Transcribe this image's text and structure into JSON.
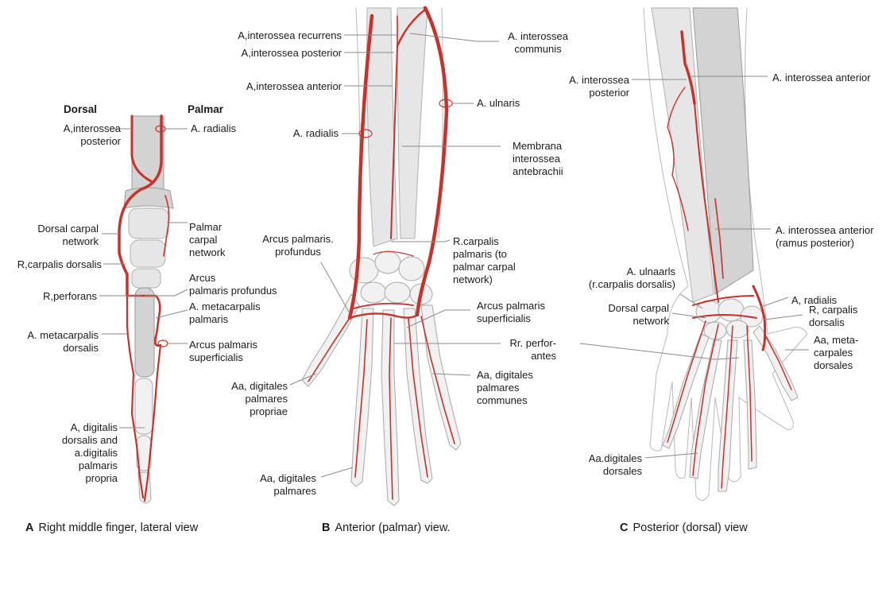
{
  "colors": {
    "artery": "#c8322a",
    "bone": "#d3d3d3",
    "leader": "#8a8a8a"
  },
  "panelA": {
    "heading_dorsal": "Dorsal",
    "heading_palmar": "Palmar",
    "labels": {
      "interossea_posterior": [
        "A,interossea",
        "posterior"
      ],
      "radialis": "A. radialis",
      "dorsal_carpal_network": [
        "Dorsal carpal",
        "network"
      ],
      "palmar_carpal_network": [
        "Palmar",
        "carpal",
        "network"
      ],
      "carpalis_dorsalis": "R,carpalis dorsalis",
      "arcus_palmaris_profundus": [
        "Arcus",
        "palmaris profundus"
      ],
      "perforans": "R,perforans",
      "metacarpalis_palmaris": [
        "A. metacarpalis",
        "palmaris"
      ],
      "metacarpalis_dorsalis": [
        "A. metacarpalis",
        "dorsalis"
      ],
      "arcus_palmaris_superficialis": [
        "Arcus palmaris",
        "superficialis"
      ],
      "digitalis": [
        "A, digitalis",
        "dorsalis and",
        "a.digitalis",
        "palmaris",
        "propria"
      ]
    },
    "caption_letter": "A",
    "caption_text": "Right middle finger, lateral view"
  },
  "panelB": {
    "labels": {
      "interossea_recurrens": "A,interossea recurrens",
      "interossea_posterior": "A,interossea posterior",
      "interossea_anterior": "A,interossea anterior",
      "interossea_communis": [
        "A. interossea",
        "communis"
      ],
      "ulnaris": "A. ulnaris",
      "radialis": "A. radialis",
      "membrana": [
        "Membrana",
        "interossea",
        "antebrachii"
      ],
      "arcus_profundus": [
        "Arcus palmaris.",
        "profundus"
      ],
      "carpalis_palmaris": [
        "R.carpalis",
        "palmaris (to",
        "palmar carpal",
        "network)"
      ],
      "arcus_superficialis": [
        "Arcus palmaris",
        "superficialis"
      ],
      "perforantes": [
        "Rr. perfor-",
        "antes"
      ],
      "digitales_propriae": [
        "Aa, digitales",
        "palmares",
        "propriae"
      ],
      "digitales_communes": [
        "Aa, digitales",
        "palmares",
        "communes"
      ],
      "digitales_palmares": [
        "Aa, digitales",
        "palmares"
      ]
    },
    "caption_letter": "B",
    "caption_text": "Anterior (palmar)  view."
  },
  "panelC": {
    "labels": {
      "interossea_posterior": [
        "A. interossea",
        "posterior"
      ],
      "interossea_anterior": "A. interossea anterior",
      "interossea_anterior_ramus": [
        "A. interossea anterior",
        "(ramus posterior)"
      ],
      "ulnaris": [
        "A. ulnaarls",
        "(r.carpalis dorsalis)"
      ],
      "radialis": "A, radialis",
      "dorsal_carpal_network": [
        "Dorsal carpal",
        "network"
      ],
      "carpalis_dorsalis": [
        "R, carpalis",
        "dorsalis"
      ],
      "metacarpales_dorsales": [
        "Aa, meta-",
        "carpales",
        "dorsales"
      ],
      "digitales_dorsales": [
        "Aa.digitales",
        "dorsales"
      ]
    },
    "caption_letter": "C",
    "caption_text": "Posterior (dorsal) view"
  }
}
